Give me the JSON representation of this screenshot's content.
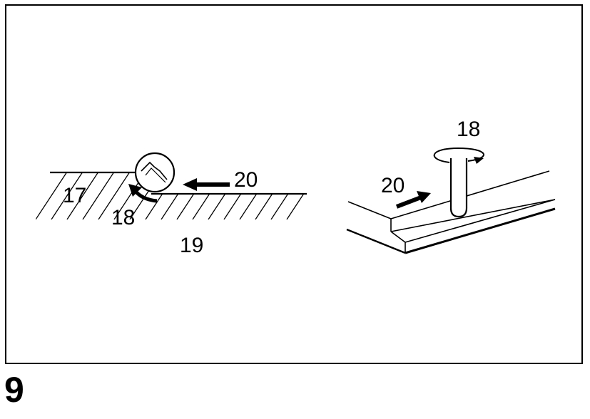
{
  "figure_number": "9",
  "left_view": {
    "label_material": "17",
    "label_rotation": "18",
    "label_workpiece": "19",
    "label_feed": "20"
  },
  "right_view": {
    "label_rotation": "18",
    "label_feed": "20"
  }
}
